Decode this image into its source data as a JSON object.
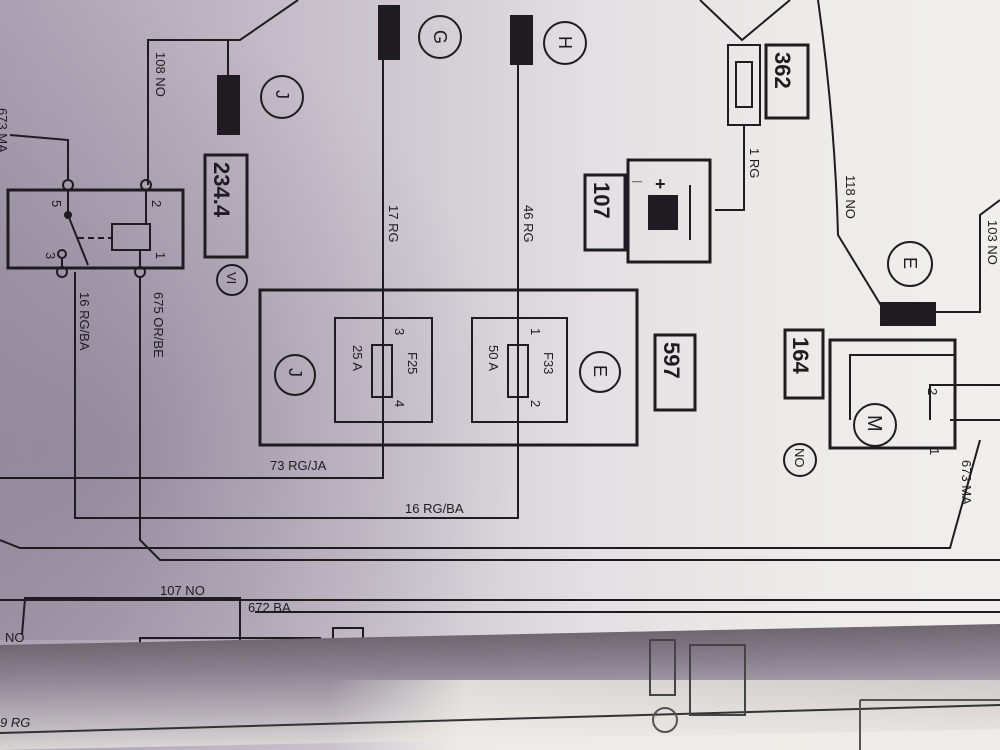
{
  "diagram": {
    "components": {
      "relay": {
        "ref": "234.4",
        "pins": [
          "5",
          "2",
          "3",
          "1"
        ],
        "variant": "VI"
      },
      "fuse_box": {
        "ref": "597",
        "left_connector": "J",
        "right_connector": "E",
        "fuses": [
          {
            "name": "F25",
            "rating": "25 A",
            "pin_in": "3",
            "pin_out": "4"
          },
          {
            "name": "F33",
            "rating": "50 A",
            "pin_in": "1",
            "pin_out": "2"
          }
        ]
      },
      "fuse_362": {
        "ref": "362"
      },
      "battery": {
        "ref": "107",
        "plus": "+",
        "minus": "_"
      },
      "motor": {
        "ref": "164",
        "symbol": "M",
        "pins": [
          "2",
          "1"
        ],
        "color_code": "NO"
      },
      "connectors": [
        "J",
        "G",
        "H",
        "E"
      ]
    },
    "wires": {
      "w108": "108 NO",
      "w17": "17 RG",
      "w46": "46 RG",
      "w1": "1 RG",
      "w118": "118 NO",
      "w103": "103 NO",
      "w16a": "16 RG/BA",
      "w675": "675 OR/BE",
      "w73": "73 RG/JA",
      "w16b": "16 RG/BA",
      "w673a": "673 MA",
      "w673b": "673 MA",
      "w107": "107 NO",
      "w672": "672 BA",
      "wNO": "NO",
      "w9": "9 RG"
    }
  }
}
